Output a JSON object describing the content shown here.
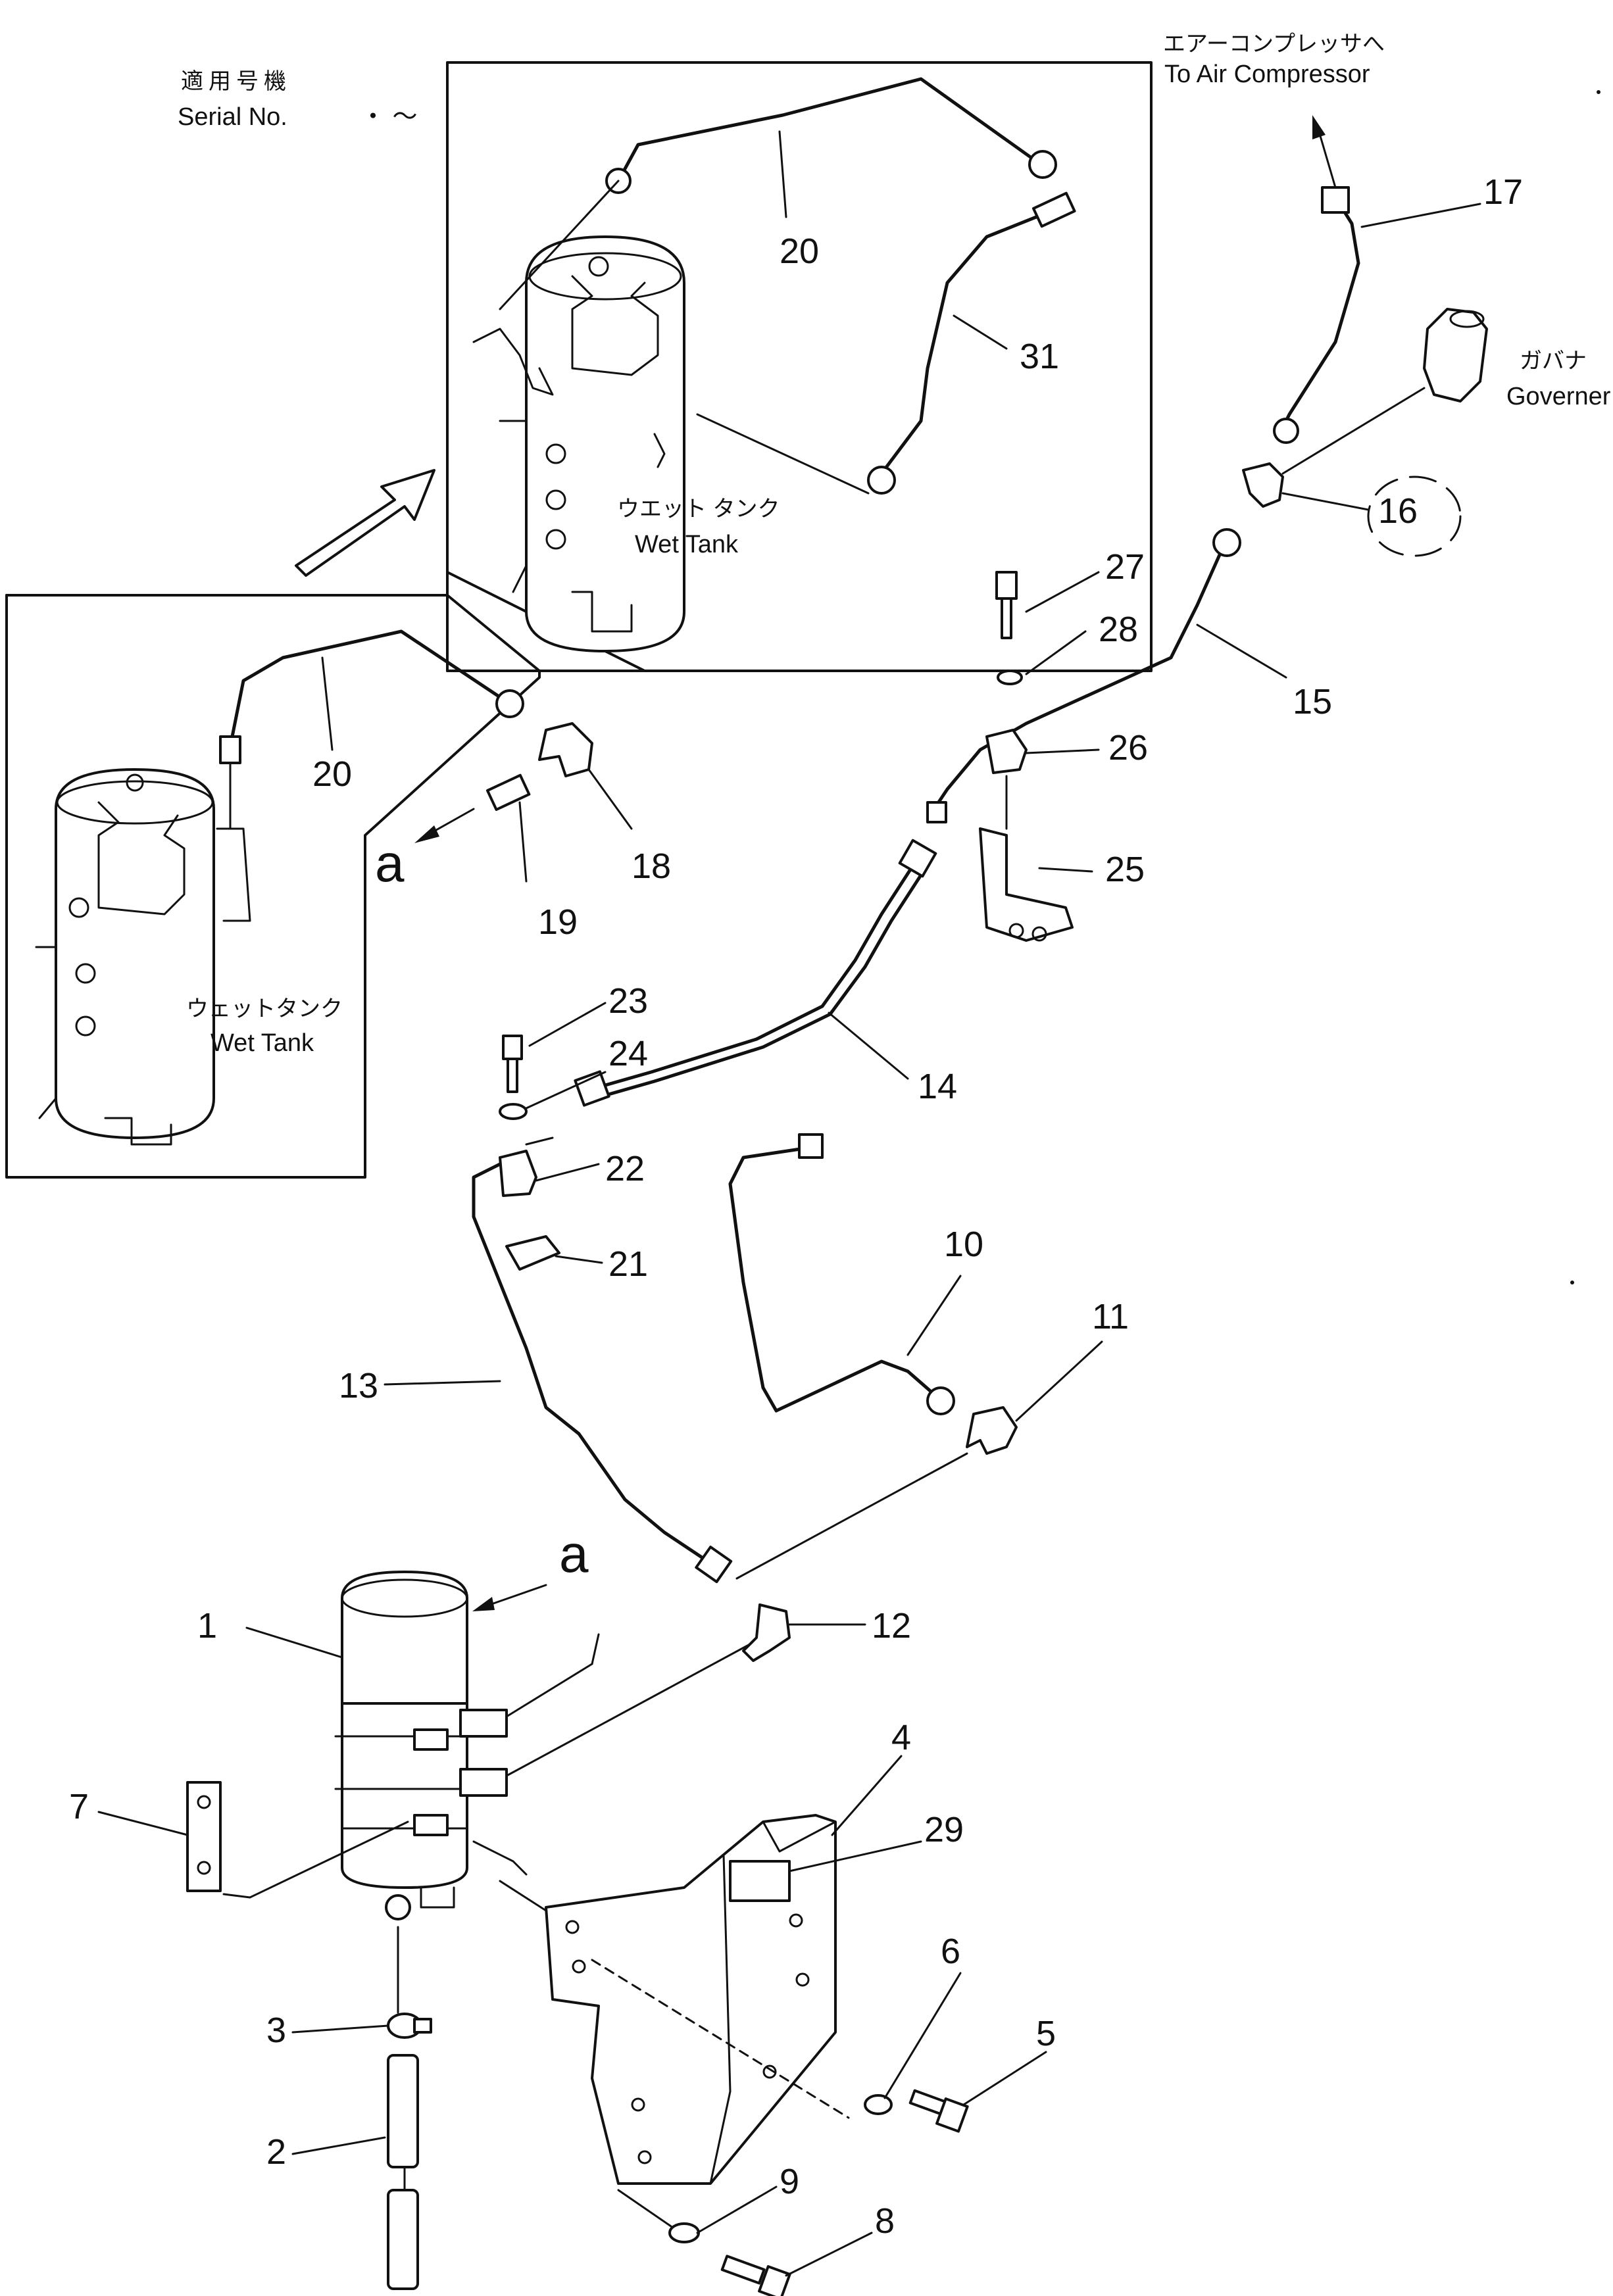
{
  "header": {
    "serial_label_jp": "適用号機",
    "serial_label_en": "Serial No.",
    "serial_range": "・ ～"
  },
  "annotations": {
    "air_compressor_jp": "エアーコンプレッサへ",
    "air_compressor_en": "To Air Compressor",
    "governor_jp": "ガバナ",
    "governor_en": "Governer",
    "wet_tank_upper_jp": "ウエット タンク",
    "wet_tank_upper_en": "Wet Tank",
    "wet_tank_lower_jp": "ウェットタンク",
    "wet_tank_lower_en": "Wet Tank",
    "view_letter_1": "a",
    "view_letter_2": "a"
  },
  "parts": {
    "p1": "1",
    "p2": "2",
    "p3": "3",
    "p4": "4",
    "p5": "5",
    "p6": "6",
    "p7": "7",
    "p8": "8",
    "p9": "9",
    "p10": "10",
    "p11": "11",
    "p12": "12",
    "p13": "13",
    "p14": "14",
    "p15": "15",
    "p16": "16",
    "p17": "17",
    "p18": "18",
    "p19": "19",
    "p20a": "20",
    "p20b": "20",
    "p21": "21",
    "p22": "22",
    "p23": "23",
    "p24": "24",
    "p25": "25",
    "p26": "26",
    "p27": "27",
    "p28": "28",
    "p29": "29",
    "p31": "31"
  }
}
